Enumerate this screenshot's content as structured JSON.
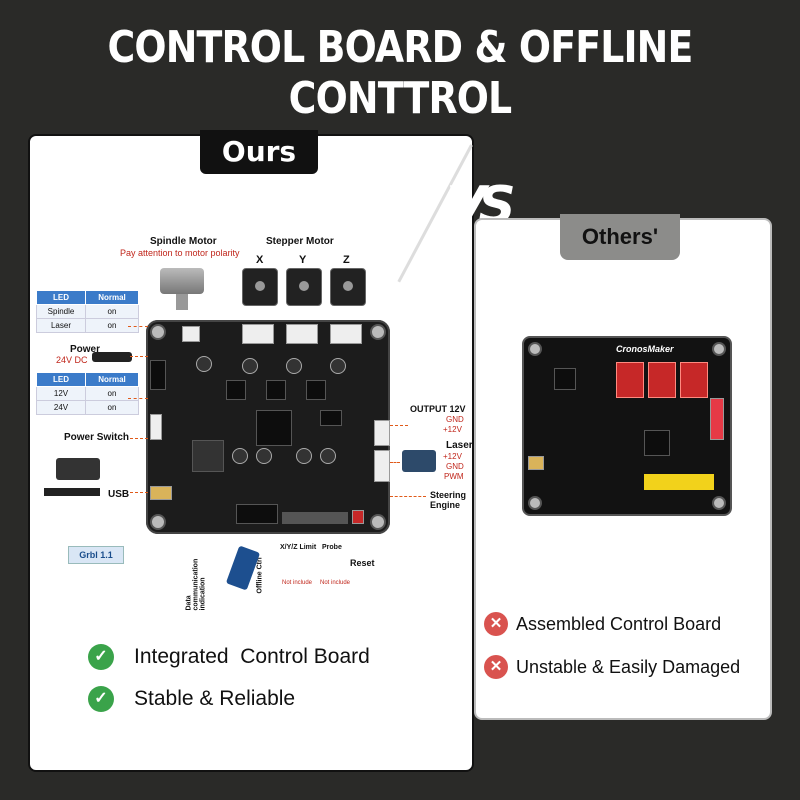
{
  "headline": "CONTROL BOARD & OFFLINE CONTTROL",
  "vs_text": "VS",
  "ours": {
    "tab": "Ours",
    "labels": {
      "spindle_motor": "Spindle Motor",
      "spindle_note": "Pay attention to motor polarity",
      "stepper_motor": "Stepper Motor",
      "axis_x": "X",
      "axis_y": "Y",
      "axis_z": "Z",
      "power": "Power",
      "power_spec": "24V DC",
      "power_switch": "Power Switch",
      "usb": "USB",
      "output_12v": "OUTPUT 12V",
      "gnd1": "GND",
      "plus12v1": "+12V",
      "laser": "Laser",
      "plus12v2": "+12V",
      "gnd2": "GND",
      "pwm": "PWM",
      "steering_engine": "Steering\nEngine",
      "reset": "Reset",
      "probe": "Probe",
      "xyz_limit": "X/Y/Z Limit",
      "not_include_1": "Not include",
      "not_include_2": "Not include",
      "offline_ctrl": "Offline Ctrl",
      "data_comm": "Data communication indication",
      "grbl": "Grbl 1.1"
    },
    "led_table_1": {
      "headers": [
        "LED",
        "Normal"
      ],
      "rows": [
        [
          "Spindle",
          "on"
        ],
        [
          "Laser",
          "on"
        ]
      ]
    },
    "led_table_2": {
      "headers": [
        "LED",
        "Normal"
      ],
      "rows": [
        [
          "12V",
          "on"
        ],
        [
          "24V",
          "on"
        ]
      ]
    },
    "features": [
      "Integrated  Control Board",
      "Stable & Reliable"
    ]
  },
  "others": {
    "tab": "Others'",
    "board_brand": "CronosMaker",
    "features": [
      "Assembled Control Board",
      "Unstable & Easily Damaged"
    ]
  },
  "colors": {
    "background": "#2a2a28",
    "check": "#3aa34a",
    "cross": "#d9534f",
    "led_header": "#3b7bc9",
    "accent_red": "#c0261b"
  }
}
